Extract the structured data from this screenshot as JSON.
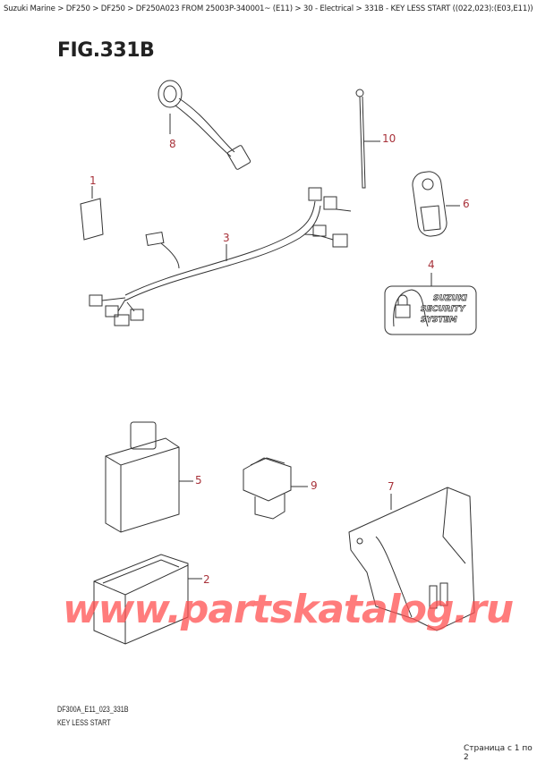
{
  "breadcrumb": "Suzuki Marine > DF250 > DF250 > DF250A023 FROM 25003P-340001~ (E11) > 30 - Electrical > 331B - KEY LESS START ((022,023):(E03,E11))",
  "figure_title": "FIG.331B",
  "part_labels": {
    "p1": "1",
    "p2": "2",
    "p3": "3",
    "p4": "4",
    "p5": "5",
    "p6": "6",
    "p7": "7",
    "p8": "8",
    "p9": "9",
    "p10": "10"
  },
  "security_badge": [
    "SUZUKI",
    "SECURITY",
    "SYSTEM"
  ],
  "footer": {
    "code": "DF300A_E11_023_331B",
    "title": "KEY LESS START",
    "page": "Страница с 1 по 2"
  },
  "watermark": "www.partskatalog.ru",
  "colors": {
    "label": "#a8323a",
    "watermark": "#ff5050"
  }
}
